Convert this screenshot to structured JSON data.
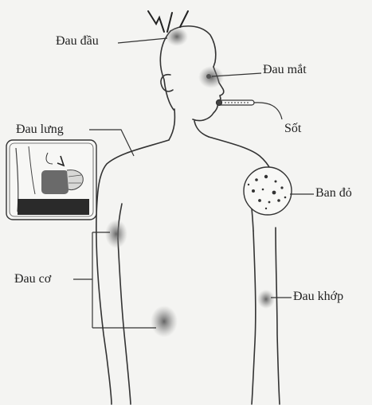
{
  "labels": {
    "headache": "Đau đầu",
    "eye_pain": "Đau mắt",
    "back_pain": "Đau lưng",
    "fever": "Sốt",
    "rash": "Ban đỏ",
    "muscle_pain": "Đau cơ",
    "joint_pain": "Đau khớp"
  },
  "colors": {
    "background": "#f4f4f2",
    "line": "#333333",
    "pain_spot": "#707070"
  }
}
